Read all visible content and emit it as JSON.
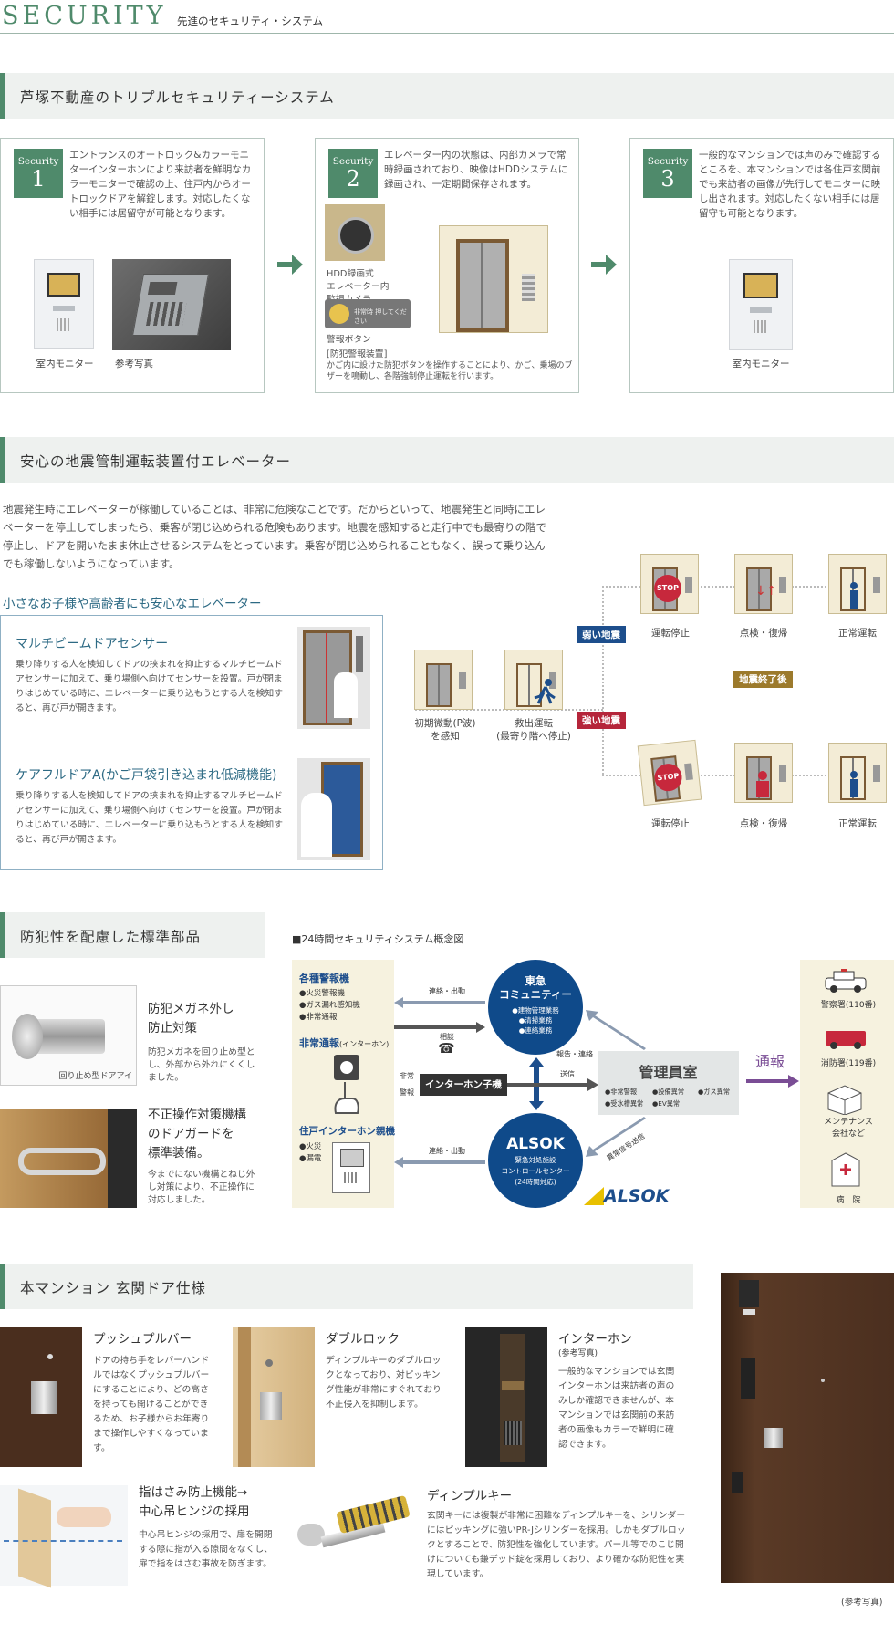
{
  "header": {
    "title": "SECURITY",
    "subtitle": "先進のセキュリティ・システム"
  },
  "section1": {
    "title": "芦塚不動産のトリプルセキュリティーシステム",
    "cards": [
      {
        "badge_label": "Security",
        "badge_num": "1",
        "text": "エントランスのオートロック&カラーモニターインターホンにより来訪者を鮮明なカラーモニターで確認の上、住戸内からオートロックドアを解錠します。対応したくない相手には居留守が可能となります。",
        "cap1": "室内モニター",
        "cap2": "参考写真"
      },
      {
        "badge_label": "Security",
        "badge_num": "2",
        "text": "エレベーター内の状態は、内部カメラで常時録画されており、映像はHDDシステムに録画され、一定期間保存されます。",
        "camera_cap": "HDD録画式\nエレベーター内\n監視カメラ",
        "button_cap": "警報ボタン",
        "button_text": "非常時 押してください",
        "note_title": "[防犯警報装置]",
        "note_text": "かご内に設けた防犯ボタンを操作することにより、かご、乗場のブザーを鳴動し、各階強制停止運転を行います。"
      },
      {
        "badge_label": "Security",
        "badge_num": "3",
        "text": "一般的なマンションでは声のみで確認するところを、本マンションでは各住戸玄関前でも来訪者の画像が先行してモニターに映し出されます。対応したくない相手には居留守も可能となります。",
        "cap1": "室内モニター"
      }
    ]
  },
  "section2": {
    "title": "安心の地震管制運転装置付エレベーター",
    "body": "地震発生時にエレベーターが稼働していることは、非常に危険なことです。だからといって、地震発生と同時にエレベーターを停止してしまったら、乗客が閉じ込められる危険もあります。地震を感知すると走行中でも最寄りの階で停止し、ドアを開いたまま休止させるシステムをとっています。乗客が閉じ込められることもなく、誤って乗り込んでも稼働しないようになっています。",
    "sub_title": "小さなお子様や高齢者にも安心なエレベーター",
    "features": [
      {
        "title": "マルチビームドアセンサー",
        "text": "乗り降りする人を検知してドアの挟まれを抑止するマルチビームドアセンサーに加えて、乗り場側へ向けてセンサーを設置。戸が閉まりはじめている時に、エレベーターに乗り込もうとする人を検知すると、再び戸が開きます。"
      },
      {
        "title": "ケアフルドアA(かご戸袋引き込まれ低減機能)",
        "text": "乗り降りする人を検知してドアの挟まれを抑止するマルチビームドアセンサーに加えて、乗り場側へ向けてセンサーを設置。戸が閉まりはじめている時に、エレベーターに乗り込もうとする人を検知すると、再び戸が開きます。"
      }
    ],
    "flow": {
      "start_label": "初期微動(P波)\nを感知",
      "rescue_label": "救出運転\n(最寄り階へ停止)",
      "weak_tag": "弱い地震",
      "strong_tag": "強い地震",
      "end_tag": "地震終了後",
      "stop_text": "STOP",
      "top_labels": [
        "運転停止",
        "点検・復帰",
        "正常運転"
      ],
      "bottom_labels": [
        "運転停止",
        "点検・復帰",
        "正常運転"
      ]
    }
  },
  "section3": {
    "title": "防犯性を配慮した標準部品",
    "items": [
      {
        "title": "防犯メガネ外し\n防止対策",
        "text": "防犯メガネを回り止め型とし、外部から外れにくくしました。",
        "img_cap": "回り止め型ドアアイ"
      },
      {
        "title": "不正操作対策機構\nのドアガードを\n標準装備。",
        "text": "今までにない機構とねじ外し対策により、不正操作に対応しました。"
      }
    ],
    "diagram": {
      "title": "■24時間セキュリティシステム概念図",
      "left_heading1": "各種警報機",
      "left_list1": [
        "●火災警報機",
        "●ガス漏れ感知機",
        "●非常通報"
      ],
      "left_heading2": "非常通報",
      "left_heading2_note": "(インターホン)",
      "left_heading3": "住戸インターホン親機",
      "left_list3": [
        "●火災",
        "●漏電"
      ],
      "tokyu_name": "東急\nコミュニティー",
      "tokyu_list": [
        "●建物管理業務",
        "●清掃業務",
        "●連絡業務"
      ],
      "alsok_name": "ALSOK",
      "alsok_sub": "緊急対処施設\nコントロールセンター\n(24時間対応)",
      "intercom": "インターホン子機",
      "kanri": "管理員室",
      "kanri_list": [
        "●非常警報",
        "●設備異常",
        "●ガス異常",
        "●受水槽異常",
        "●EV異常"
      ],
      "labels": {
        "renraku1": "連絡・出動",
        "soudan": "相談",
        "hijo": "非常",
        "keiho": "警報",
        "houkoku": "報告・連絡",
        "soushin": "送信",
        "ijou": "異常信号送信",
        "renraku2": "連絡・出動",
        "tsuho": "通報"
      },
      "alsok_logo": "ALSOK",
      "right_items": [
        "警察署(110番)",
        "消防署(119番)",
        "メンテナンス\n会社など",
        "病　院"
      ]
    }
  },
  "section4": {
    "title": "本マンション 玄関ドア仕様",
    "items": [
      {
        "title": "プッシュプルバー",
        "text": "ドアの持ち手をレバーハンドルではなくプッシュプルバーにすることにより、どの高さを持っても開けることができるため、お子様からお年寄りまで操作しやすくなっています。"
      },
      {
        "title": "ダブルロック",
        "text": "ディンプルキーのダブルロックとなっており、対ピッキング性能が非常にすぐれており不正侵入を抑制します。"
      },
      {
        "title": "インターホン",
        "subtitle": "(参考写真)",
        "text": "一般的なマンションでは玄関インターホンは来訪者の声のみしか確認できませんが、本マンションでは玄関前の来訪者の画像もカラーで鮮明に確認できます。"
      },
      {
        "title": "指はさみ防止機能→\n中心吊ヒンジの採用",
        "text": "中心吊ヒンジの採用で、扉を開閉する際に指が入る隙間をなくし、扉で指をはさむ事故を防ぎます。"
      },
      {
        "title": "ディンプルキー",
        "text": "玄関キーには複製が非常に困難なディンプルキーを、シリンダーにはピッキングに強いPR-Jシリンダーを採用。しかもダブルロックとすることで、防犯性を強化しています。パール等でのこじ開けについても鎌デッド錠を採用しており、より確かな防犯性を実現しています。"
      }
    ],
    "door_cap": "(参考写真)"
  },
  "colors": {
    "accent": "#4f8a6b",
    "navy": "#1d4e8c",
    "gold": "#9c7a2c",
    "red": "#b5253a"
  }
}
